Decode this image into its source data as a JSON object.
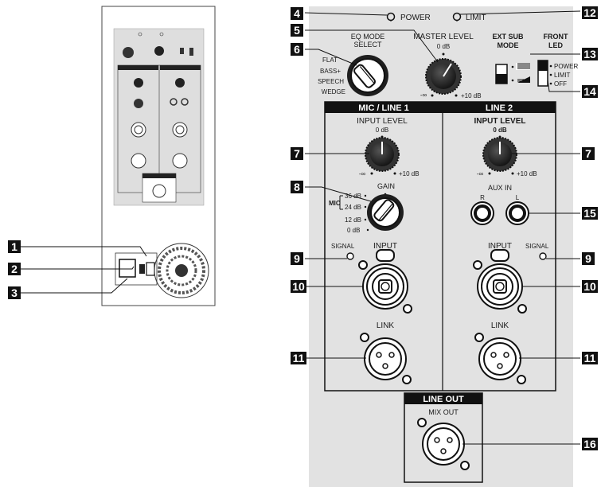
{
  "panel": {
    "power_label": "POWER",
    "limit_label": "LIMIT",
    "eq_mode": {
      "title_line1": "EQ MODE",
      "title_line2": "SELECT",
      "options": [
        "FLAT",
        "BASS+",
        "SPEECH",
        "WEDGE"
      ]
    },
    "master_level": {
      "label": "MASTER LEVEL",
      "mid_mark": "0 dB",
      "min_mark": "-∞",
      "max_mark": "+10 dB"
    },
    "ext_sub_mode": {
      "title_line1": "EXT SUB",
      "title_line2": "MODE"
    },
    "front_led": {
      "title_line1": "FRONT",
      "title_line2": "LED",
      "options": [
        "POWER",
        "LIMIT",
        "OFF"
      ]
    },
    "channel1": {
      "header": "MIC / LINE 1",
      "input_level": {
        "label": "INPUT LEVEL",
        "mid_mark": "0 dB",
        "min_mark": "-∞",
        "max_mark": "+10 dB"
      },
      "gain": {
        "label": "GAIN",
        "mic_label": "MIC",
        "marks": [
          "36 dB",
          "24 dB",
          "12 dB",
          "0 dB"
        ]
      },
      "signal_label": "SIGNAL",
      "input_label": "INPUT",
      "link_label": "LINK"
    },
    "channel2": {
      "header": "LINE 2",
      "input_level": {
        "label": "INPUT LEVEL",
        "mid_mark": "0 dB",
        "min_mark": "-∞",
        "max_mark": "+10 dB"
      },
      "aux_in": {
        "label": "AUX IN",
        "right": "R",
        "left": "L"
      },
      "signal_label": "SIGNAL",
      "input_label": "INPUT",
      "link_label": "LINK"
    },
    "line_out": {
      "header": "LINE OUT",
      "mix_out_label": "MIX OUT"
    }
  },
  "callouts": [
    "1",
    "2",
    "3",
    "4",
    "5",
    "6",
    "7",
    "8",
    "9",
    "10",
    "11",
    "7",
    "9",
    "10",
    "11",
    "12",
    "13",
    "14",
    "15",
    "16"
  ]
}
